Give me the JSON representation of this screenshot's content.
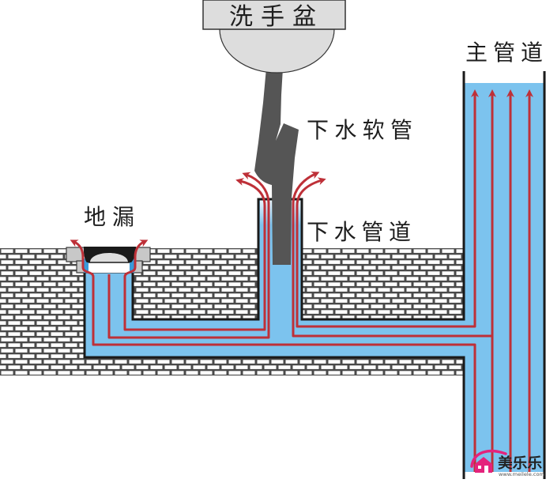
{
  "labels": {
    "basin": "洗手盆",
    "hose": "下水软管",
    "drain_pipe": "下水管道",
    "floor_drain": "地漏",
    "main_pipe": "主管道"
  },
  "watermark": {
    "brand": "美乐乐",
    "url": "www.meilele.com",
    "icon": "house-icon"
  },
  "icons": {
    "flow_arrow": "arrow-up-icon"
  },
  "colors": {
    "water": "#7CC3EE",
    "flow": "#BE3038",
    "hose": "#555555",
    "pipe_wall": "#1A1A1A",
    "basin": "#DDDDDD",
    "drain_metal": "#C8C8C8",
    "seal_water": "#3A9AD9",
    "brick_mortar": "#4A4A4A",
    "brand": "#E4237C"
  }
}
